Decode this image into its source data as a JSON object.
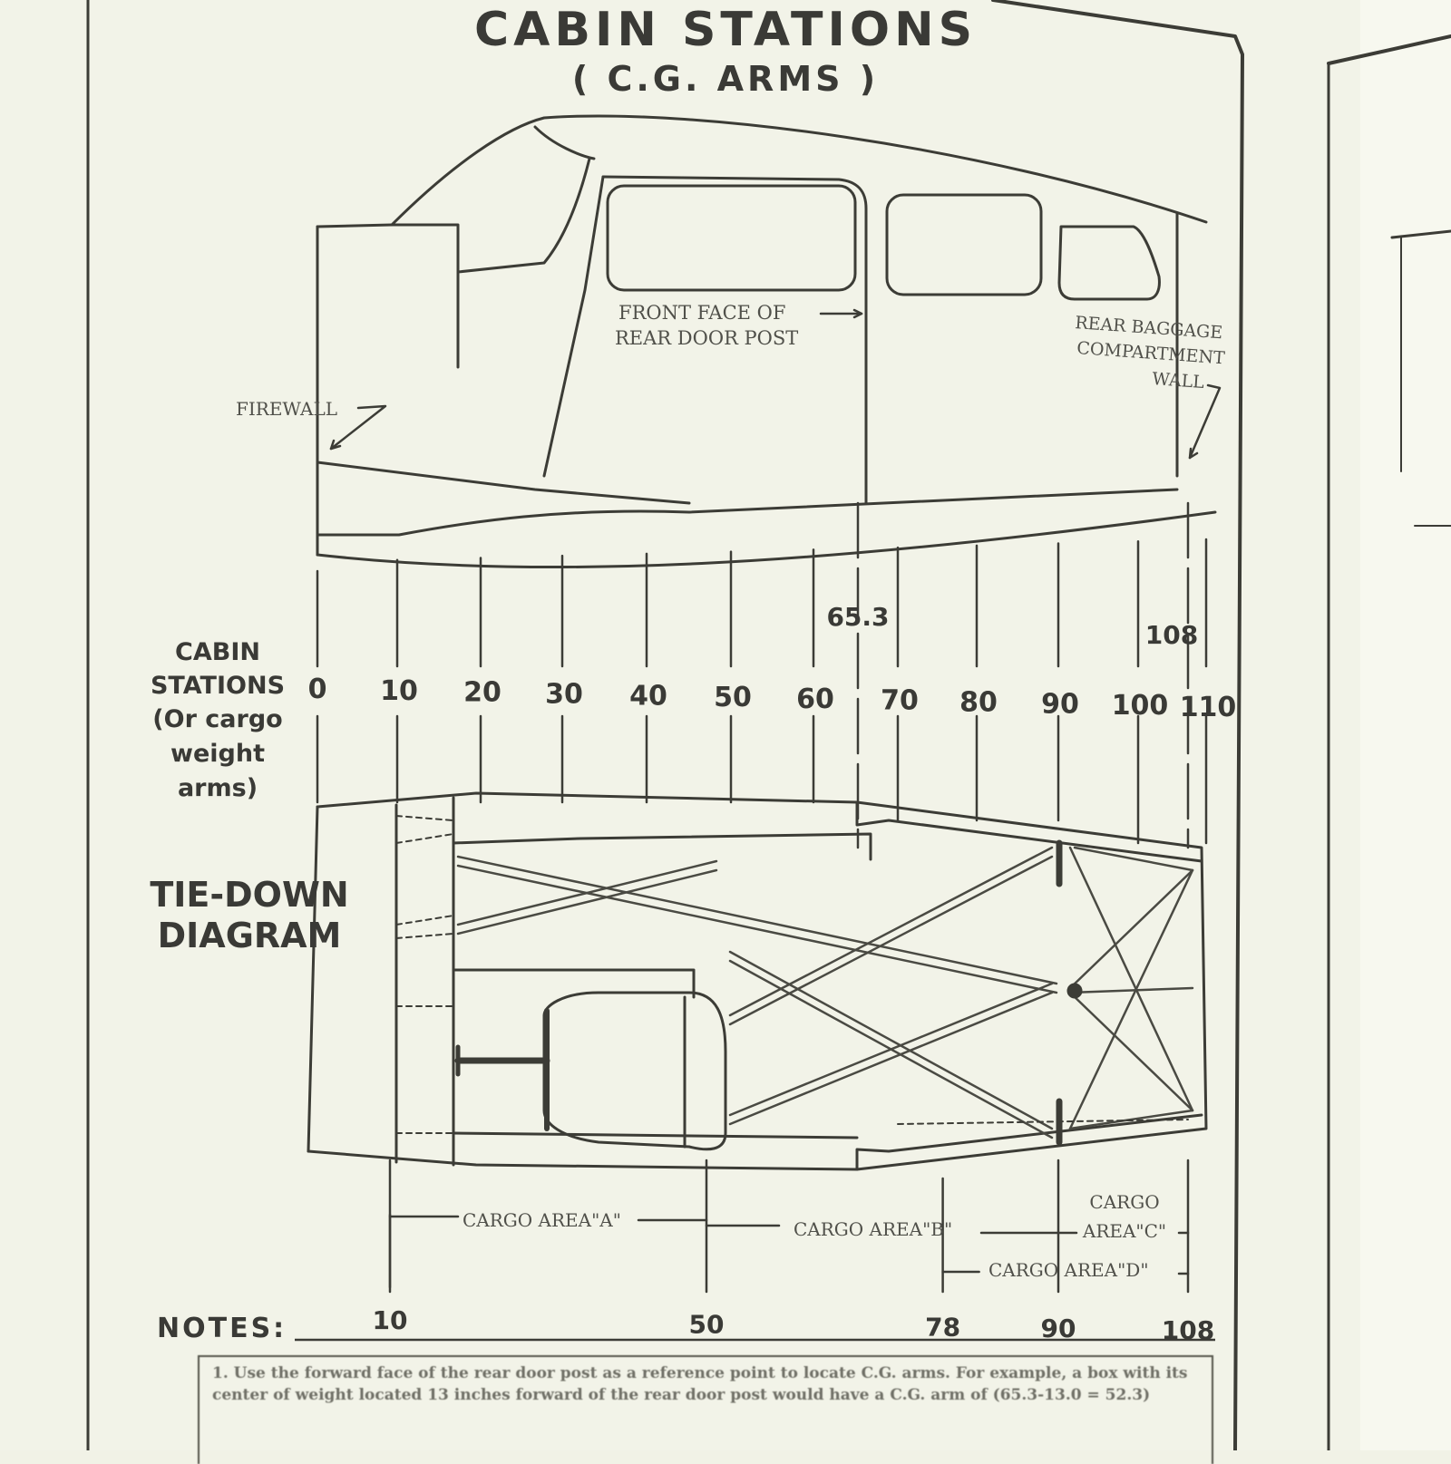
{
  "title": "CABIN STATIONS",
  "subtitle": "( C.G. ARMS )",
  "labels": {
    "firewall": "FIREWALL",
    "front_face_line1": "FRONT FACE OF",
    "front_face_line2": "REAR DOOR POST",
    "rear_baggage_line1": "REAR BAGGAGE",
    "rear_baggage_line2": "COMPARTMENT",
    "rear_baggage_line3": "WALL"
  },
  "stations_label": {
    "line1": "CABIN",
    "line2": "STATIONS",
    "line3": "(Or cargo",
    "line4": "weight",
    "line5": "arms)"
  },
  "stations": [
    {
      "label": "0",
      "value": 0
    },
    {
      "label": "10",
      "value": 10
    },
    {
      "label": "20",
      "value": 20
    },
    {
      "label": "30",
      "value": 30
    },
    {
      "label": "40",
      "value": 40
    },
    {
      "label": "50",
      "value": 50
    },
    {
      "label": "60",
      "value": 60
    },
    {
      "label": "70",
      "value": 70
    },
    {
      "label": "80",
      "value": 80
    },
    {
      "label": "90",
      "value": 90
    },
    {
      "label": "100",
      "value": 100
    },
    {
      "label": "110",
      "value": 110
    }
  ],
  "special_stations": [
    {
      "label": "65.3",
      "value": 65.3
    },
    {
      "label": "108",
      "value": 108
    }
  ],
  "tiedown": {
    "line1": "TIE-DOWN",
    "line2": "DIAGRAM"
  },
  "cargo_areas": [
    {
      "label": "CARGO AREA\"A\"",
      "from": 10,
      "to": 50
    },
    {
      "label": "CARGO AREA\"B\"",
      "from": 50,
      "to": 90
    },
    {
      "label_line1": "CARGO",
      "label_line2": "AREA\"C\"",
      "from": 90,
      "to": 108
    },
    {
      "label": "CARGO AREA\"D\"",
      "from": 78,
      "to": 108
    }
  ],
  "cargo_ticks": [
    {
      "label": "10",
      "value": 10
    },
    {
      "label": "50",
      "value": 50
    },
    {
      "label": "78",
      "value": 78
    },
    {
      "label": "90",
      "value": 90
    },
    {
      "label": "108",
      "value": 108
    }
  ],
  "notes_label": "NOTES:",
  "notes_text": "1. Use the forward face of the rear door post as a reference point to locate C.G. arms. For example, a box with its center of weight located 13 inches forward of the rear door post would have a C.G. arm of (65.3-13.0 = 52.3)"
}
